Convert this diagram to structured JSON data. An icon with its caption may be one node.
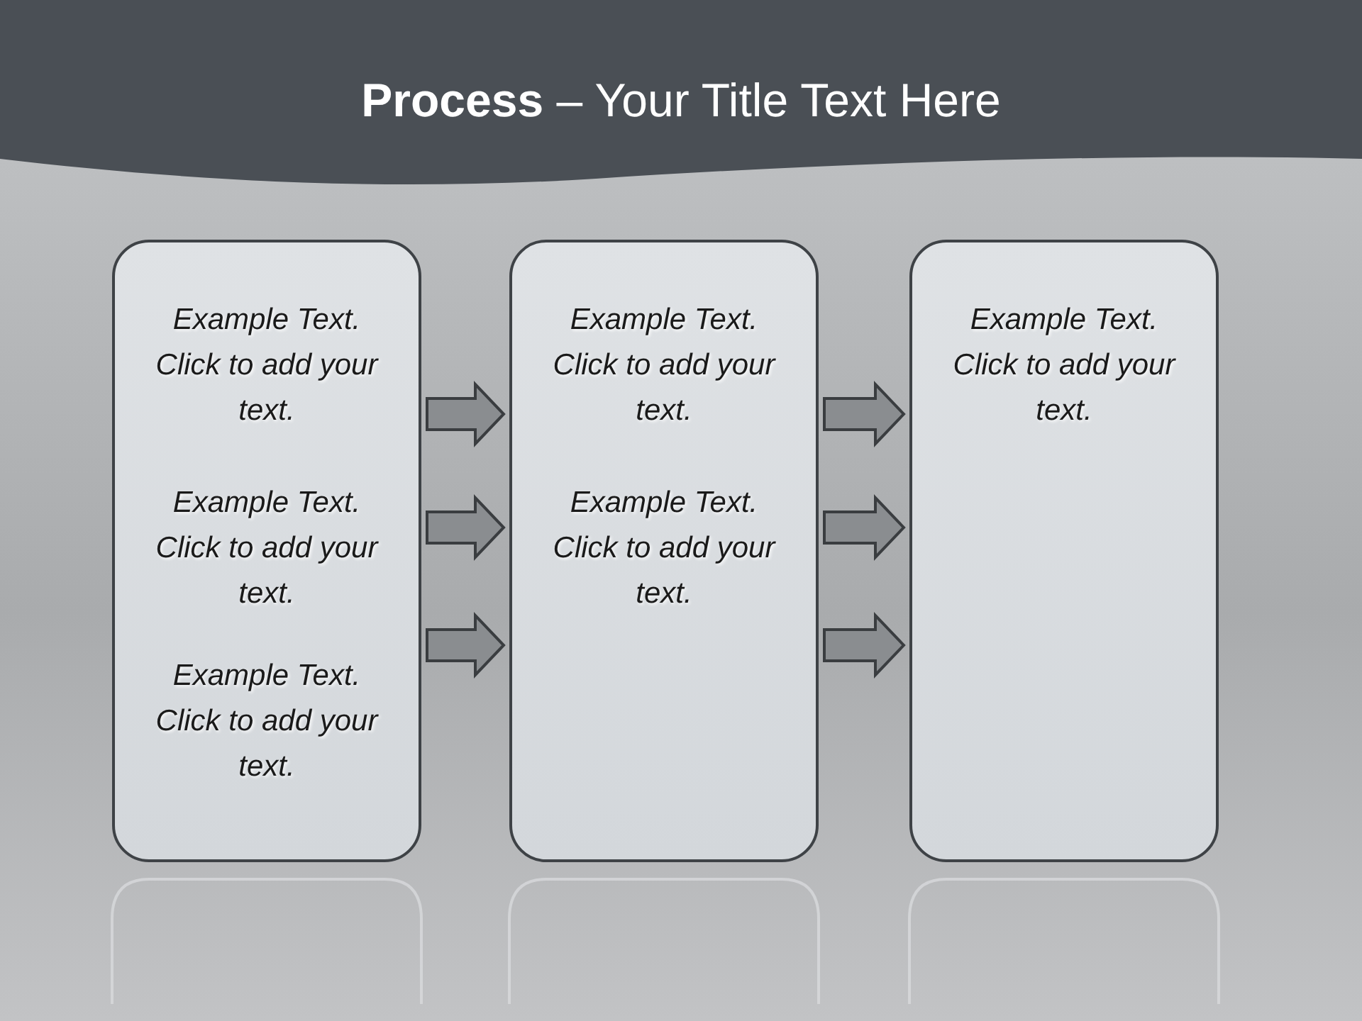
{
  "diagram": {
    "title": "**Process** – Your Title Text Here",
    "nodes": [
      {
        "text": [
          "Example Text. Click to add your text.",
          "Example Text. Click to add your text.",
          "Example Text. Click to add your text."
        ]
      },
      {
        "text": [
          "Example Text. Click to add your text.",
          "Example Text. Click to add your text."
        ]
      },
      {
        "text": [
          "Example Text. Click to add your text."
        ]
      }
    ],
    "edges": [
      {
        "from": 0,
        "to": 1,
        "arrow": "to"
      },
      {
        "from": 0,
        "to": 1,
        "arrow": "to"
      },
      {
        "from": 0,
        "to": 1,
        "arrow": "to"
      },
      {
        "from": 1,
        "to": 2,
        "arrow": "to"
      },
      {
        "from": 1,
        "to": 2,
        "arrow": "to"
      },
      {
        "from": 1,
        "to": 2,
        "arrow": "to"
      }
    ]
  }
}
